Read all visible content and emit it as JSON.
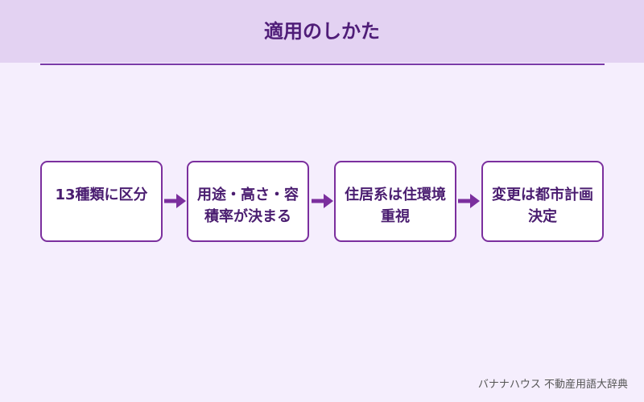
{
  "header": {
    "title": "適用のしかた"
  },
  "flow": {
    "steps": [
      {
        "label": "13種類に区分"
      },
      {
        "label": "用途・高さ・容積率が決まる"
      },
      {
        "label": "住居系は住環境重視"
      },
      {
        "label": "変更は都市計画決定"
      }
    ]
  },
  "footer": {
    "credit": "バナナハウス 不動産用語大辞典"
  },
  "colors": {
    "background": "#f5eefd",
    "header_band": "#e3d2f2",
    "accent": "#7b2f9e",
    "title_text": "#4f1d78"
  },
  "icons": {
    "connector": "arrow-right-icon"
  }
}
